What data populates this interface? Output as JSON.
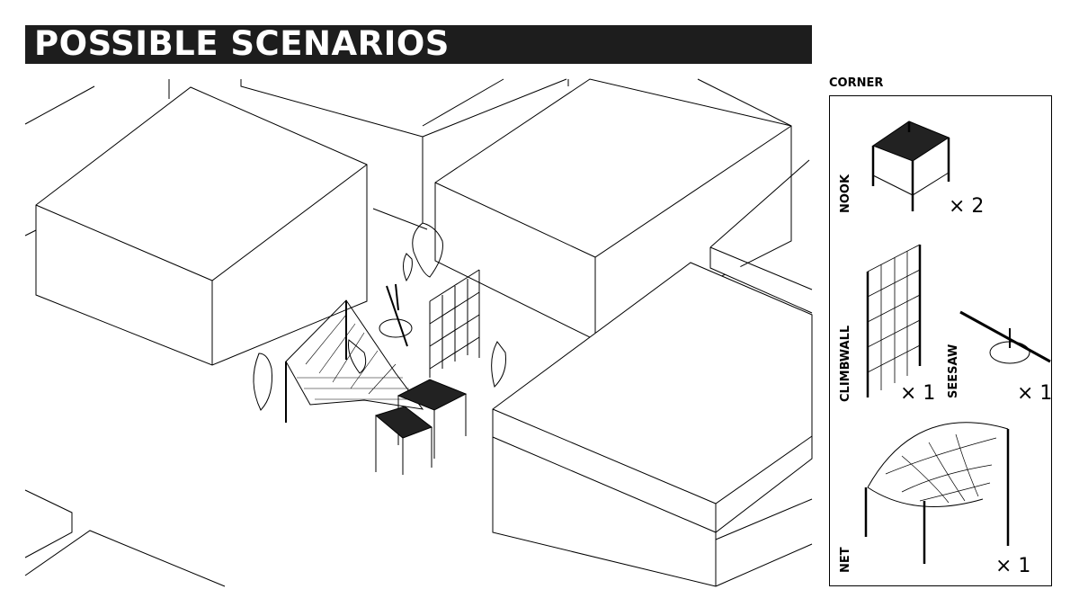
{
  "header": {
    "title": "POSSIBLE SCENARIOS"
  },
  "legend": {
    "title": "CORNER",
    "items": [
      {
        "name": "NOOK",
        "quantity": "× 2"
      },
      {
        "name": "CLIMBWALL",
        "quantity": "× 1"
      },
      {
        "name": "SEESAW",
        "quantity": "× 1"
      },
      {
        "name": "NET",
        "quantity": "× 1"
      }
    ]
  },
  "colors": {
    "title_bar": "#1d1d1d",
    "line": "#000000",
    "background": "#ffffff"
  }
}
